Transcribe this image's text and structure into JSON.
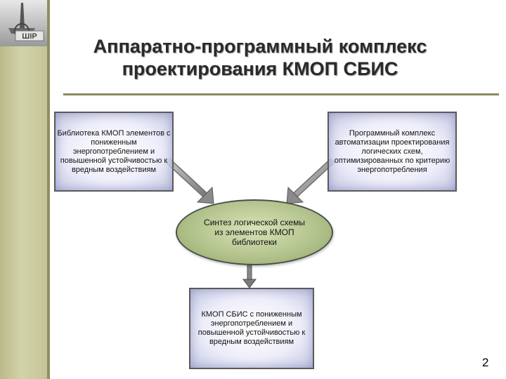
{
  "slide": {
    "title": "Аппаратно-программный комплекс проектирования КМОП СБИС",
    "logo_text": "ШIP",
    "page_number": "2"
  },
  "nodes": {
    "library": "Библиотека КМОП элементов с пониженным энергопотреблением и повышенной устойчивостью к вредным воздействиям",
    "software": "Программный комплекс автоматизации проектирования логических схем, оптимизированных по критерию энергопотребления",
    "synthesis": "Синтез логической схемы из элементов КМОП библиотеки",
    "result": "КМОП СБИС с пониженным энергопотреблением и повышенной устойчивостью к вредным воздействиям"
  },
  "colors": {
    "sidebar": "#c4c497",
    "rule": "#8a8a60",
    "ellipse": "#b4c48e",
    "arrow": "#9a9a9a"
  }
}
